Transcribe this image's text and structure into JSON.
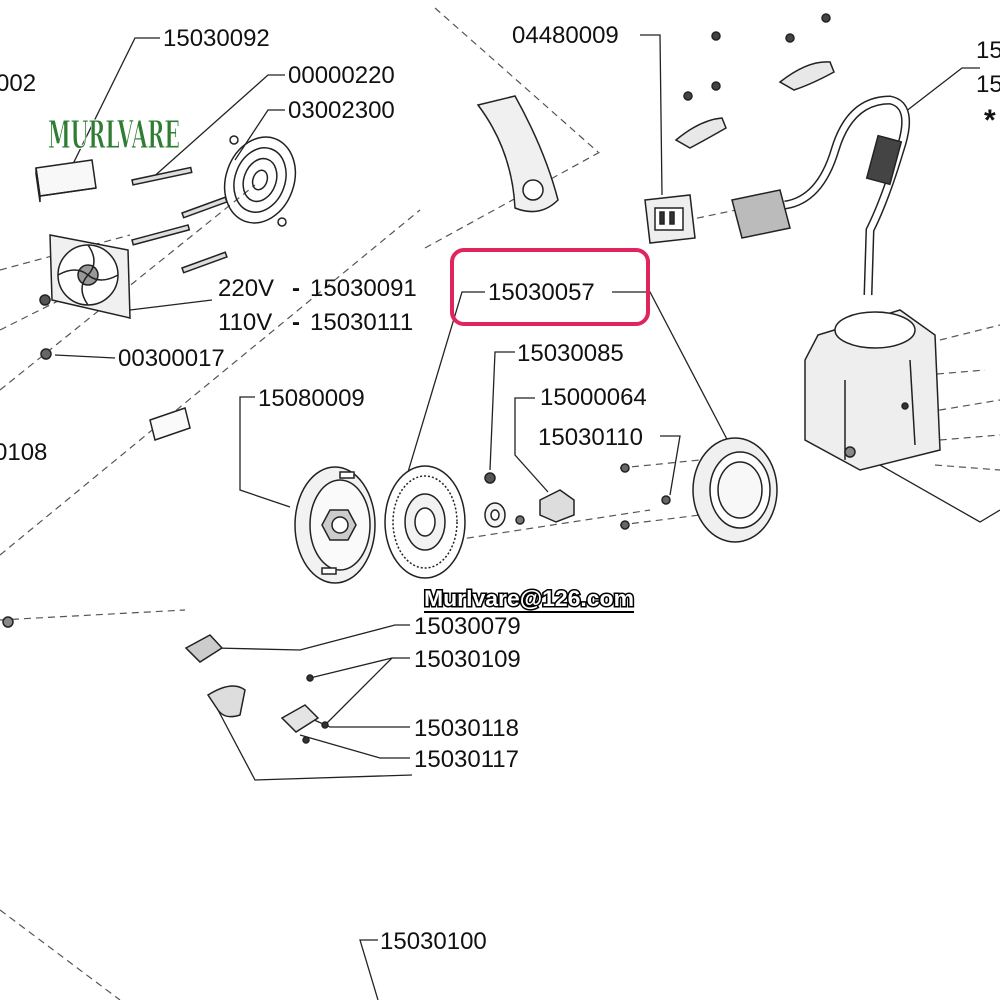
{
  "brand": {
    "logo_text": "MURLVARE",
    "email": "Murlvare@126.com",
    "logo_color": "#2e7d32",
    "highlight_color": "#e0245e"
  },
  "labels": {
    "p15030092": "15030092",
    "p002": "002",
    "p00000220": "00000220",
    "p03002300": "03002300",
    "p04480009": "04480009",
    "p15_a": "15",
    "p15_b": "15",
    "star": "*",
    "v220": "220V",
    "p15030091": "15030091",
    "v110": "110V",
    "p15030111": "15030111",
    "dash": "-",
    "p15030057": "15030057",
    "p00300017": "00300017",
    "p15030085": "15030085",
    "p15080009": "15080009",
    "p15000064": "15000064",
    "p15030110": "15030110",
    "p0108": "0108",
    "p15030079": "15030079",
    "p15030109": "15030109",
    "p15030118": "15030118",
    "p15030117": "15030117",
    "p15030100": "15030100"
  }
}
